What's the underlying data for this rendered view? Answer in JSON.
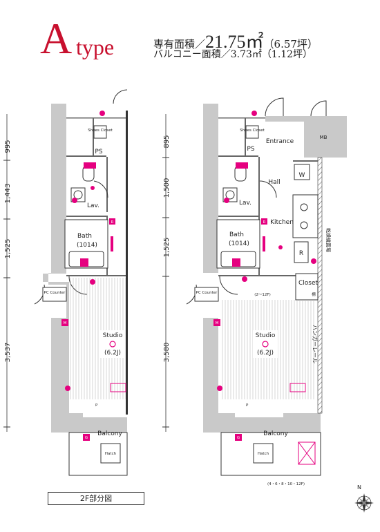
{
  "header": {
    "type_letter": "A",
    "type_word": "type",
    "exclusive_area_label": "専有面積／",
    "exclusive_area_value": "21.75㎡",
    "exclusive_area_tsubo": "（6.57坪）",
    "balcony_area_label": "バルコニー面積／",
    "balcony_area_value": "3.73㎡",
    "balcony_area_tsubo": "（1.12坪）"
  },
  "plan_2f": {
    "dimensions": [
      "995",
      "1,443",
      "1,525",
      "3,537"
    ],
    "shoes_closet": "Shoes Closet",
    "ps": "PS",
    "lav": "Lav.",
    "bath": "Bath",
    "bath_size": "(1014)",
    "pc_counter": "PC Counter",
    "studio": "Studio",
    "studio_size": "(6.2J)",
    "balcony": "Balcony",
    "hatch": "Hatch",
    "mark_m": "M",
    "mark_r": "R",
    "mark_g": "G",
    "mark_p": "P",
    "caption": "2F部分図"
  },
  "plan_std": {
    "dimensions": [
      "895",
      "1,500",
      "1,525",
      "3,580"
    ],
    "shoes_closet": "Shoes Closet",
    "ps": "PS",
    "entrance": "Entrance",
    "mb": "MB",
    "hall": "Hall",
    "w": "W",
    "lav": "Lav.",
    "kitchen": "Kitchen",
    "bath": "Bath",
    "bath_size": "(1014)",
    "r": "R",
    "closet": "Closet",
    "pc_counter": "PC Counter",
    "floor_note": "(2～12F)",
    "studio": "Studio",
    "studio_size": "(6.2J)",
    "hanger_rail": "ハンガーレール",
    "shelf": "棚",
    "side_note": "乾燥機置場",
    "balcony": "Balcony",
    "hatch": "Hatch",
    "balcony_note": "(4・6・8・10・12F)",
    "mark_m": "M",
    "mark_r": "R",
    "mark_g": "G",
    "mark_p": "P"
  },
  "compass": {
    "north_label": "N"
  }
}
